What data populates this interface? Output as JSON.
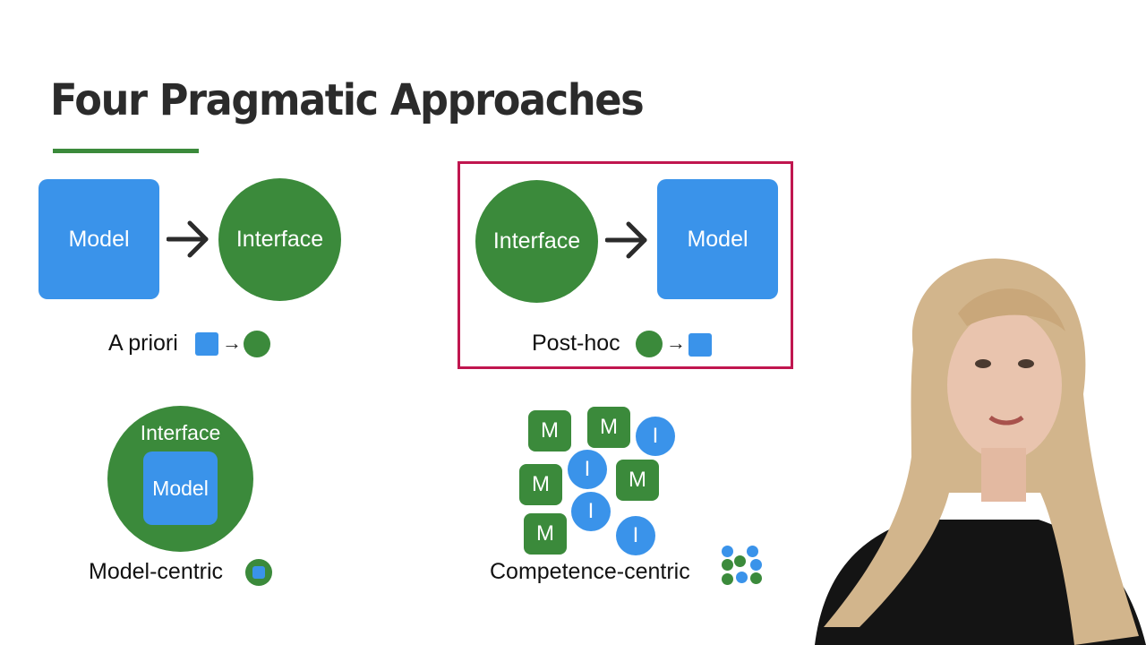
{
  "slide": {
    "title": "Four Pragmatic Approaches"
  },
  "colors": {
    "model_blue": "#3a93ea",
    "interface_green": "#3b8a3b",
    "highlight": "#c0164f",
    "title_rule": "#3b8a3b"
  },
  "a_priori": {
    "model_label": "Model",
    "interface_label": "Interface",
    "caption": "A priori",
    "caption_arrow": "→"
  },
  "post_hoc": {
    "interface_label": "Interface",
    "model_label": "Model",
    "caption": "Post-hoc",
    "caption_arrow": "→",
    "highlighted": true
  },
  "model_centric": {
    "interface_label": "Interface",
    "model_label": "Model",
    "caption": "Model-centric"
  },
  "competence_centric": {
    "caption": "Competence-centric",
    "chips": [
      {
        "kind": "M",
        "label": "M"
      },
      {
        "kind": "M",
        "label": "M"
      },
      {
        "kind": "I",
        "label": "I"
      },
      {
        "kind": "M",
        "label": "M"
      },
      {
        "kind": "I",
        "label": "I"
      },
      {
        "kind": "M",
        "label": "M"
      },
      {
        "kind": "I",
        "label": "I"
      },
      {
        "kind": "M",
        "label": "M"
      },
      {
        "kind": "I",
        "label": "I"
      }
    ]
  },
  "icons": {
    "flow_arrow": "right-arrow-icon",
    "presenter": "presenter-photo"
  }
}
